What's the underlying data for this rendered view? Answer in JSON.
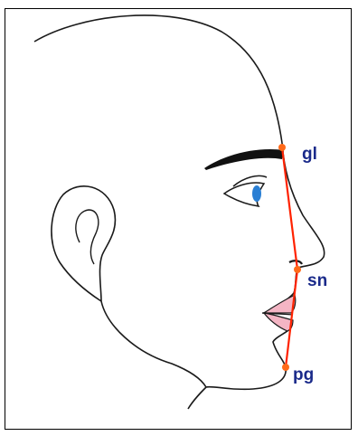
{
  "diagram": {
    "landmarks": [
      {
        "id": "gl",
        "label": "gl"
      },
      {
        "id": "sn",
        "label": "sn"
      },
      {
        "id": "pg",
        "label": "pg"
      }
    ],
    "colors": {
      "outline": "#1a1a1a",
      "line": "#ff2200",
      "point": "#ff6a1a",
      "label": "#1a2a8a",
      "brow": "#111111",
      "iris": "#2a7fd4",
      "lips": "#f4b5c4"
    }
  }
}
